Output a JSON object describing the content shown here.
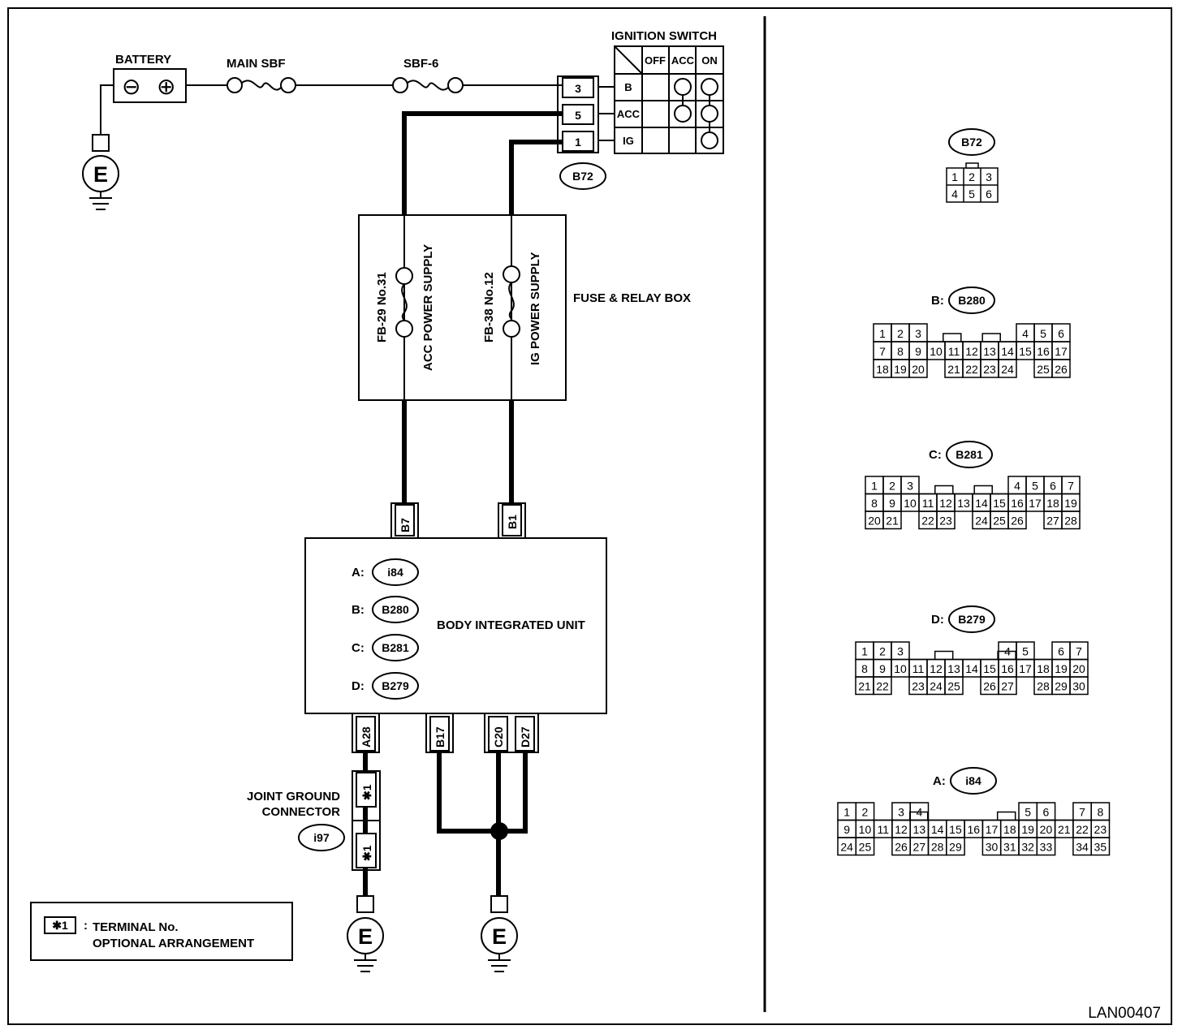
{
  "battery": {
    "label": "BATTERY",
    "neg": "⊖",
    "pos": "⊕"
  },
  "ground": {
    "symbol": "E"
  },
  "fuses": {
    "main_sbf": "MAIN SBF",
    "sbf6": "SBF-6"
  },
  "ignition": {
    "title": "IGNITION SWITCH",
    "cols": [
      "OFF",
      "ACC",
      "ON"
    ],
    "rows": [
      "B",
      "ACC",
      "IG"
    ],
    "pins": [
      "3",
      "5",
      "1"
    ],
    "connector": "B72"
  },
  "fuse_box": {
    "label": "FUSE & RELAY BOX",
    "fuse1": {
      "name": "FB-29 No.31",
      "desc": "ACC POWER SUPPLY"
    },
    "fuse2": {
      "name": "FB-38 No.12",
      "desc": "IG POWER SUPPLY"
    }
  },
  "biu": {
    "label": "BODY INTEGRATED UNIT",
    "connectors": [
      {
        "prefix": "A:",
        "code": "i84"
      },
      {
        "prefix": "B:",
        "code": "B280"
      },
      {
        "prefix": "C:",
        "code": "B281"
      },
      {
        "prefix": "D:",
        "code": "B279"
      }
    ],
    "top_pins": [
      "B7",
      "B1"
    ],
    "bottom_pins": [
      "A28",
      "B17",
      "C20",
      "D27"
    ]
  },
  "joint_ground": {
    "line1": "JOINT GROUND",
    "line2": "CONNECTOR",
    "code": "i97",
    "pin": "✱1"
  },
  "legend": {
    "key": "✱1",
    "colon": ":",
    "line1": "TERMINAL No.",
    "line2": "OPTIONAL ARRANGEMENT"
  },
  "connector_views": {
    "b72": {
      "title": "B72",
      "row1": [
        "1",
        "2",
        "3"
      ],
      "row2": [
        "4",
        "5",
        "6"
      ]
    },
    "b280": {
      "prefix": "B:",
      "title": "B280",
      "row1": [
        "1",
        "2",
        "3",
        "",
        "",
        "",
        "",
        "",
        "4",
        "5",
        "6"
      ],
      "row2": [
        "7",
        "8",
        "9",
        "10",
        "11",
        "12",
        "13",
        "14",
        "15",
        "16",
        "17"
      ],
      "row3": [
        "18",
        "19",
        "20",
        "",
        "21",
        "22",
        "23",
        "24",
        "",
        "25",
        "26"
      ]
    },
    "b281": {
      "prefix": "C:",
      "title": "B281",
      "row1": [
        "1",
        "2",
        "3",
        "",
        "",
        "",
        "",
        "",
        "4",
        "5",
        "6",
        "7"
      ],
      "row2": [
        "8",
        "9",
        "10",
        "11",
        "12",
        "13",
        "14",
        "15",
        "16",
        "17",
        "18",
        "19"
      ],
      "row3": [
        "20",
        "21",
        "",
        "22",
        "23",
        "",
        "24",
        "25",
        "26",
        "",
        "27",
        "28"
      ]
    },
    "b279": {
      "prefix": "D:",
      "title": "B279",
      "row1": [
        "1",
        "2",
        "3",
        "",
        "",
        "",
        "",
        "",
        "4",
        "5",
        "",
        "6",
        "7"
      ],
      "row2": [
        "8",
        "9",
        "10",
        "11",
        "12",
        "13",
        "14",
        "15",
        "16",
        "17",
        "18",
        "19",
        "20"
      ],
      "row3": [
        "21",
        "22",
        "",
        "23",
        "24",
        "25",
        "",
        "26",
        "27",
        "",
        "28",
        "29",
        "30"
      ]
    },
    "i84": {
      "prefix": "A:",
      "title": "i84",
      "row1": [
        "1",
        "2",
        "",
        "3",
        "4",
        "",
        "",
        "",
        "",
        "",
        "5",
        "6",
        "",
        "7",
        "8"
      ],
      "row2": [
        "9",
        "10",
        "11",
        "12",
        "13",
        "14",
        "15",
        "16",
        "17",
        "18",
        "19",
        "20",
        "21",
        "22",
        "23"
      ],
      "row3": [
        "24",
        "25",
        "",
        "26",
        "27",
        "28",
        "29",
        "",
        "30",
        "31",
        "32",
        "33",
        "",
        "34",
        "35"
      ]
    }
  },
  "figure_id": "LAN00407"
}
